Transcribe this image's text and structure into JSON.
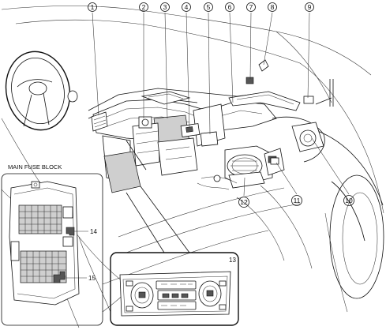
{
  "callouts": [
    {
      "num": "1"
    },
    {
      "num": "2"
    },
    {
      "num": "3"
    },
    {
      "num": "4"
    },
    {
      "num": "5"
    },
    {
      "num": "6"
    },
    {
      "num": "7"
    },
    {
      "num": "8"
    },
    {
      "num": "9"
    },
    {
      "num": "10"
    },
    {
      "num": "11"
    },
    {
      "num": "12"
    }
  ],
  "inset_main_fuse": {
    "title": "MAIN FUSE BLOCK",
    "labels": [
      "14",
      "15"
    ]
  },
  "inset_climate": {
    "label": "13"
  },
  "colors": {
    "line": "#111111",
    "background": "#ffffff",
    "shade": "#cfcfcf"
  }
}
